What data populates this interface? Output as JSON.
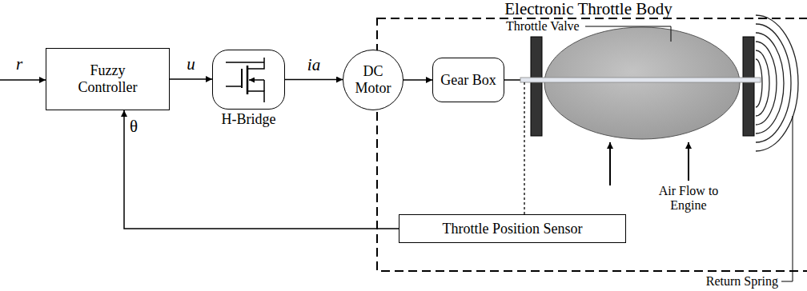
{
  "diagram": {
    "nodes": [
      {
        "text": [
          "Fuzzy Controller"
        ]
      },
      {
        "text": [
          "H-Bridge"
        ]
      },
      {
        "text": [
          "Electronic Throttle Body"
        ]
      },
      {
        "text": [
          "DC Motor"
        ],
        "in": 2
      },
      {
        "text": [
          "Gear Box"
        ],
        "in": 2
      },
      {
        "text": [
          "Throttle Position Sensor"
        ],
        "in": 2
      }
    ],
    "edges": [
      {
        "from": 0,
        "to": 1,
        "label": "u",
        "arrow": "to"
      },
      {
        "from": 1,
        "to": 3,
        "label": "ia",
        "arrow": "to"
      },
      {
        "from": 3,
        "to": 4,
        "arrow": "to"
      },
      {
        "from": 5,
        "to": 0,
        "label": "θ",
        "arrow": "to"
      }
    ],
    "labels": [
      "r",
      "Throttle Valve",
      "Air Flow to Engine",
      "Return Spring"
    ]
  }
}
